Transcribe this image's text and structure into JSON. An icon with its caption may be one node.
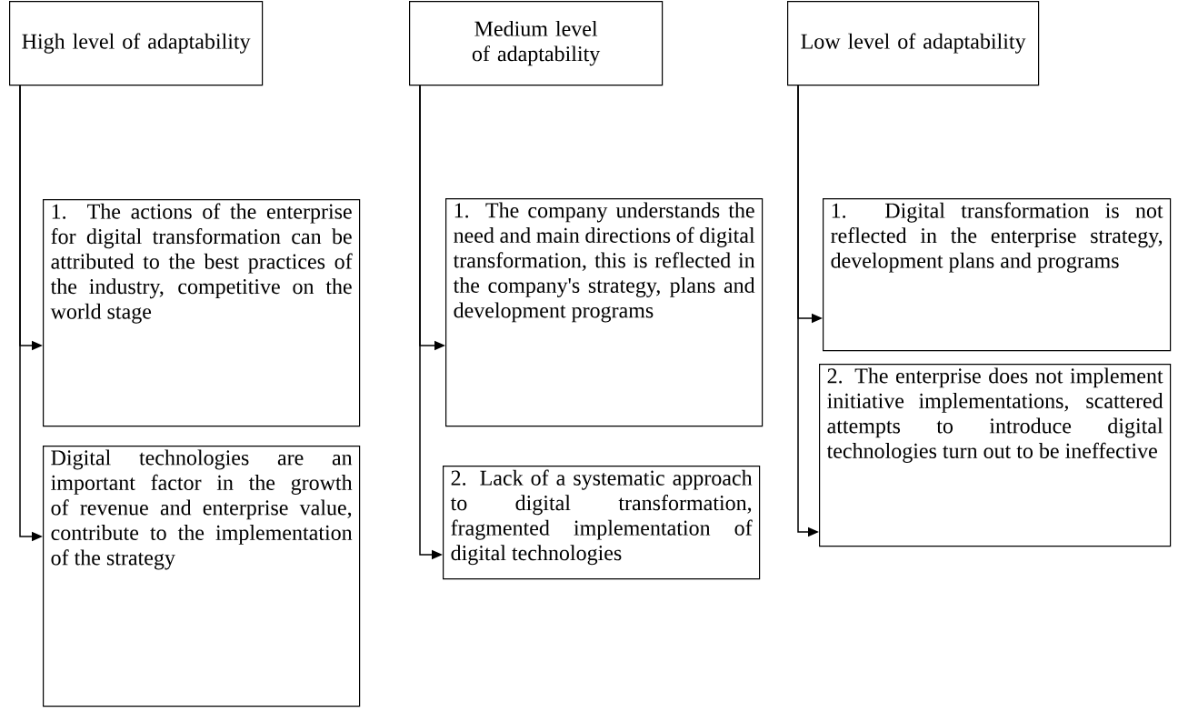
{
  "diagram": {
    "nodes": [
      {
        "text": [
          "High level of adaptability"
        ]
      },
      {
        "text": [
          "1. The actions of the enterprise for digital transformation can be attributed to the best practices of the industry, competitive on the world stage"
        ]
      },
      {
        "text": [
          "Digital technologies are an important factor in the growth of revenue and enterprise value, contribute to the implementation of the strategy"
        ]
      },
      {
        "text": [
          "Medium level of adaptability"
        ]
      },
      {
        "text": [
          "1. The company understands the need and main directions of digital transformation, this is reflected in the company's strategy, plans and development programs"
        ]
      },
      {
        "text": [
          "2. Lack of a systematic approach to digital transformation, fragmented implementation of digital technologies"
        ]
      },
      {
        "text": [
          "Low level of adaptability"
        ]
      },
      {
        "text": [
          "1. Digital transformation is not reflected in the enterprise strategy, development plans and programs"
        ]
      },
      {
        "text": [
          "2. The enterprise does not implement initiative implementations, scattered attempts to introduce digital technologies turn out to be ineffective"
        ]
      }
    ],
    "edges": [
      {
        "from": 0,
        "to": 1,
        "arrow": "to"
      },
      {
        "from": 0,
        "to": 2,
        "arrow": "to"
      },
      {
        "from": 3,
        "to": 4,
        "arrow": "to"
      },
      {
        "from": 3,
        "to": 5,
        "arrow": "to"
      },
      {
        "from": 6,
        "to": 7,
        "arrow": "to"
      },
      {
        "from": 6,
        "to": 8,
        "arrow": "to"
      }
    ]
  }
}
